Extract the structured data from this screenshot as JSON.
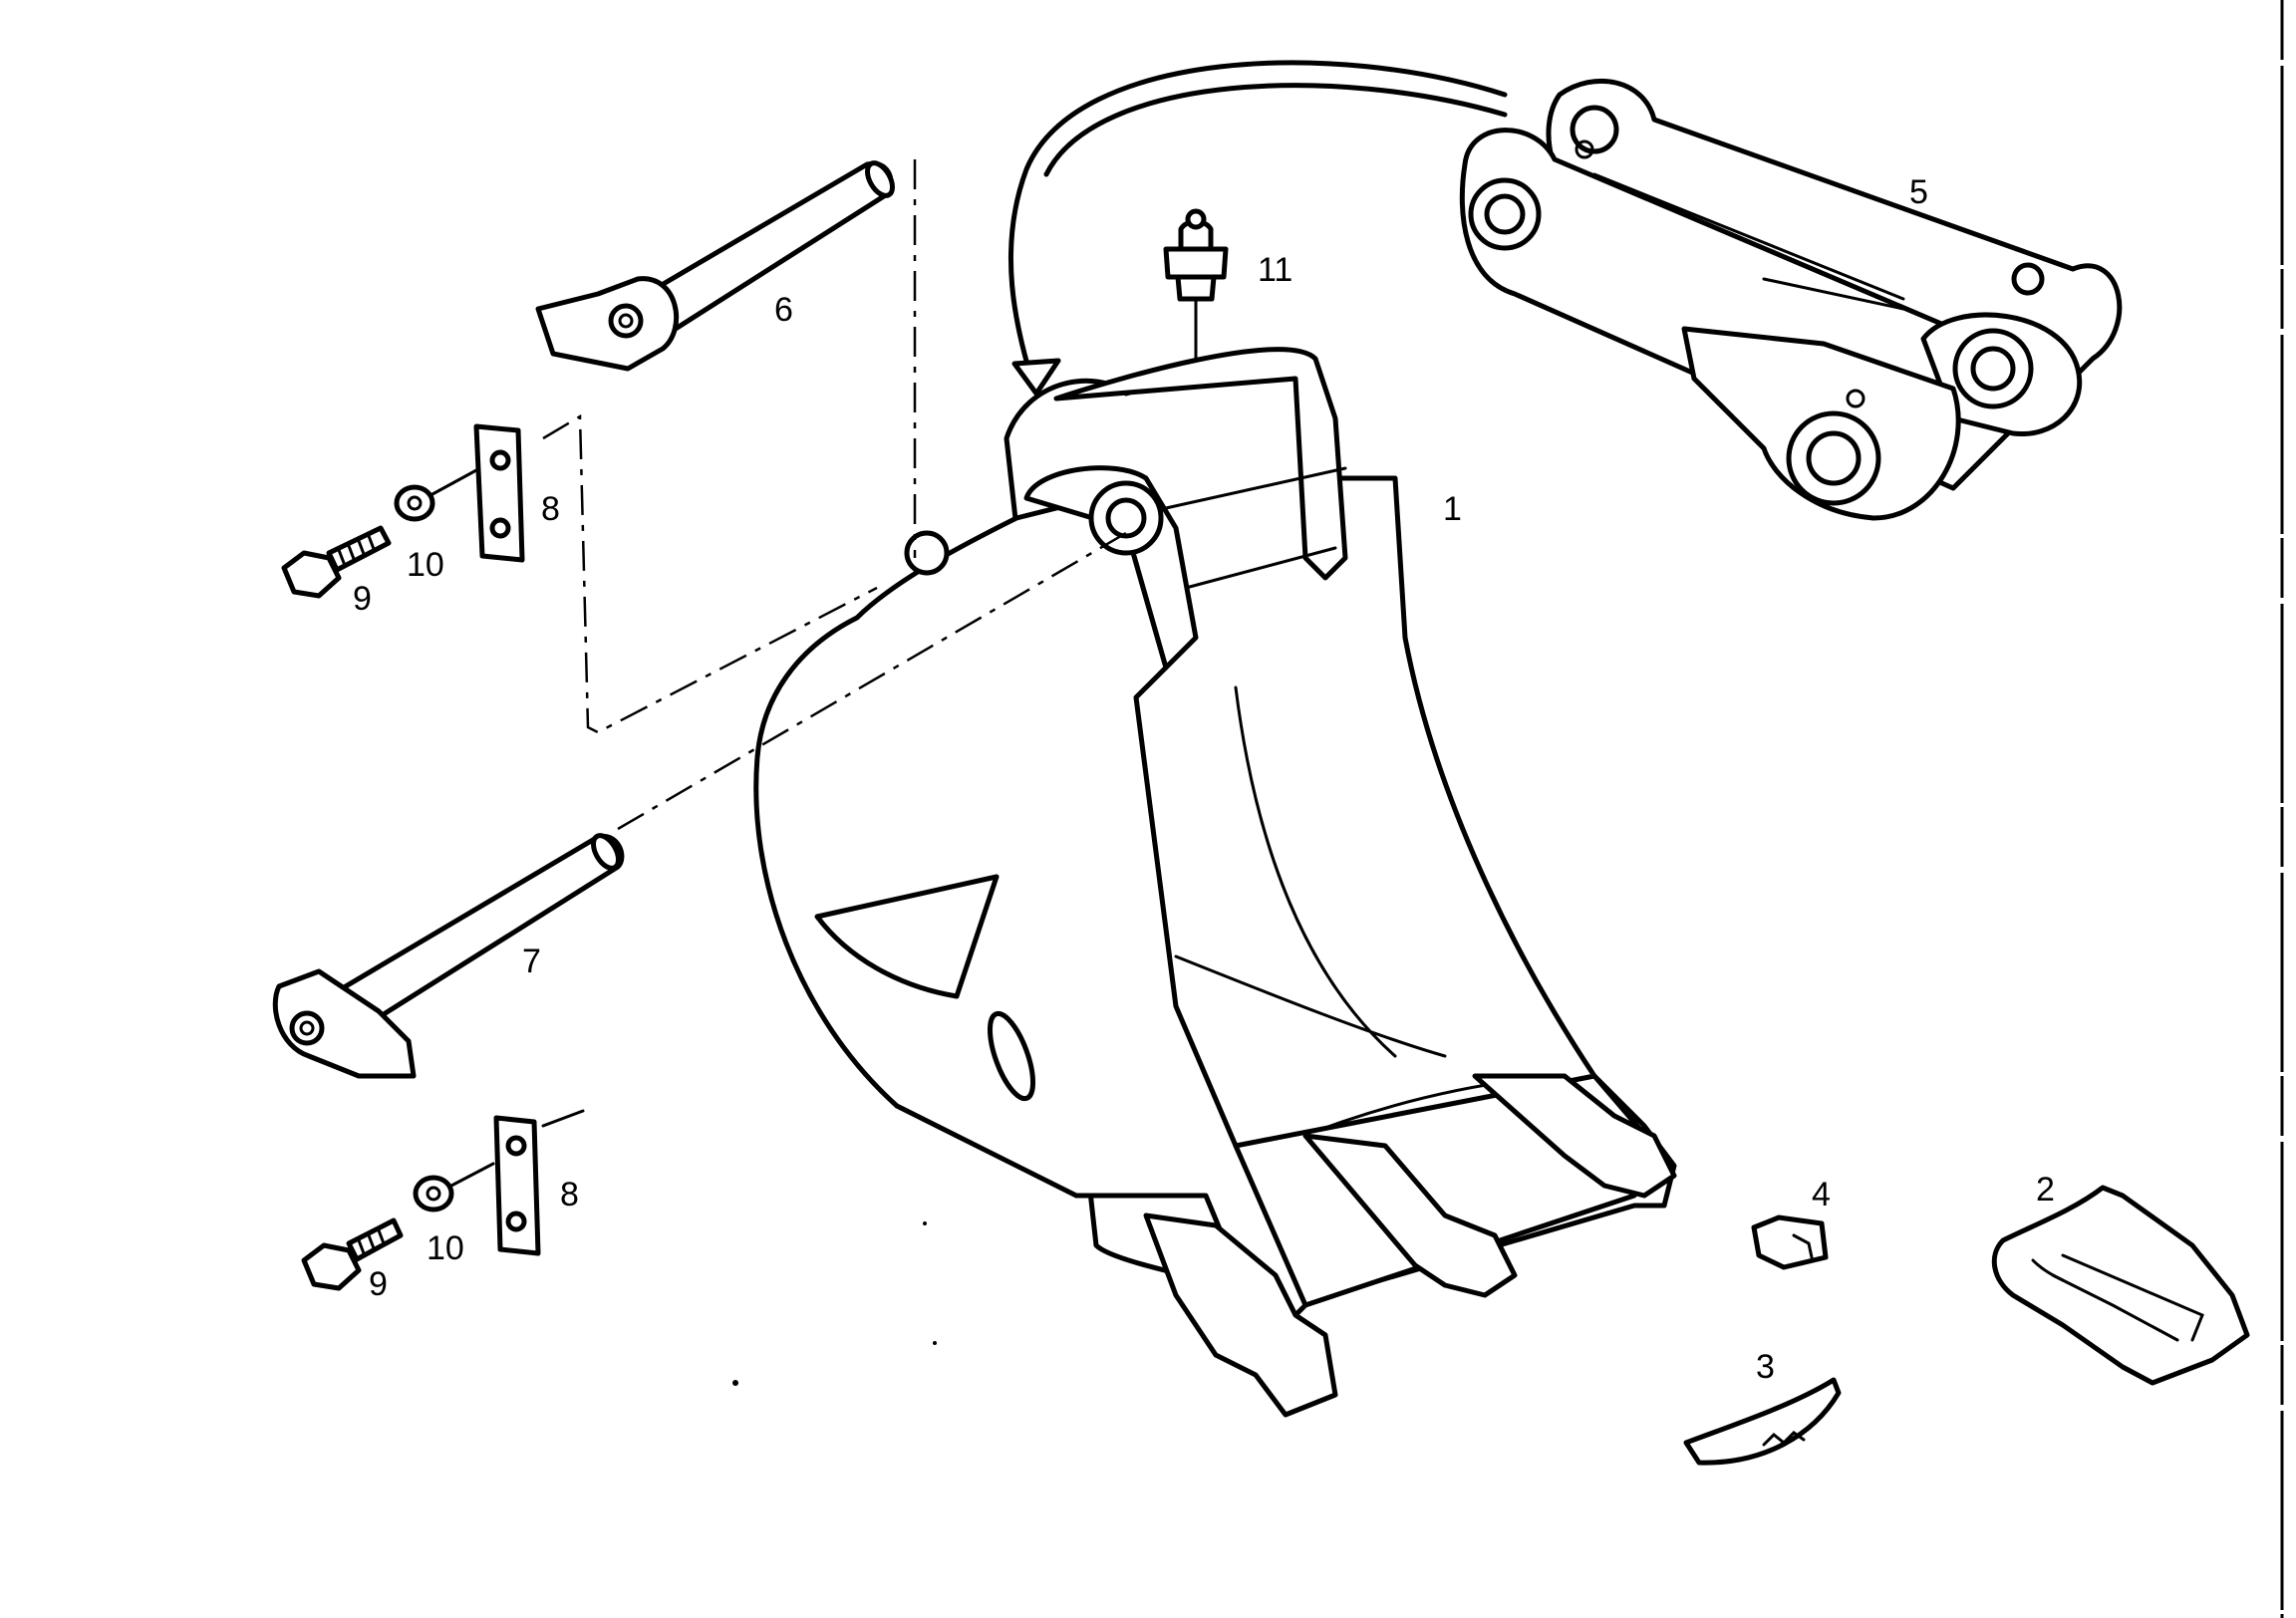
{
  "diagram": {
    "callouts": [
      {
        "id": "bucket",
        "label": "1"
      },
      {
        "id": "tooth-adapter",
        "label": "2"
      },
      {
        "id": "tooth-wedge",
        "label": "3"
      },
      {
        "id": "tooth-retainer",
        "label": "4"
      },
      {
        "id": "link-assembly",
        "label": "5"
      },
      {
        "id": "upper-pin",
        "label": "6"
      },
      {
        "id": "lower-pin",
        "label": "7"
      },
      {
        "id": "upper-lock-plate",
        "label": "8"
      },
      {
        "id": "lower-lock-plate",
        "label": "8"
      },
      {
        "id": "upper-bolt",
        "label": "9"
      },
      {
        "id": "lower-bolt",
        "label": "9"
      },
      {
        "id": "upper-washer",
        "label": "10"
      },
      {
        "id": "lower-washer",
        "label": "10"
      },
      {
        "id": "grease-nipple",
        "label": "11"
      }
    ]
  }
}
